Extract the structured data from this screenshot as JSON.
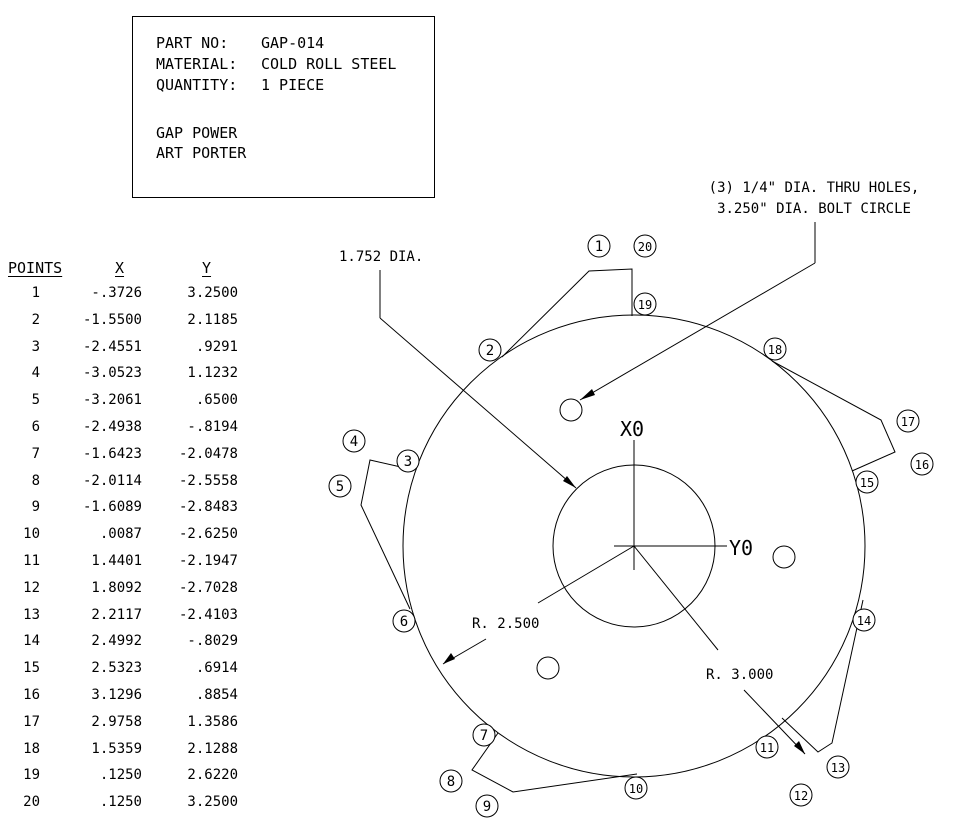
{
  "title_block": {
    "part_label": "PART NO:",
    "part_value": "GAP-014",
    "material_label": "MATERIAL:",
    "material_value": "COLD ROLL STEEL",
    "quantity_label": "QUANTITY:",
    "quantity_value": "1 PIECE",
    "company": "GAP POWER",
    "author": "ART PORTER"
  },
  "table": {
    "headers": [
      "POINTS",
      "X",
      "Y"
    ],
    "rows": [
      [
        "1",
        "-.3726",
        "3.2500"
      ],
      [
        "2",
        "-1.5500",
        "2.1185"
      ],
      [
        "3",
        "-2.4551",
        ".9291"
      ],
      [
        "4",
        "-3.0523",
        "1.1232"
      ],
      [
        "5",
        "-3.2061",
        ".6500"
      ],
      [
        "6",
        "-2.4938",
        "-.8194"
      ],
      [
        "7",
        "-1.6423",
        "-2.0478"
      ],
      [
        "8",
        "-2.0114",
        "-2.5558"
      ],
      [
        "9",
        "-1.6089",
        "-2.8483"
      ],
      [
        "10",
        ".0087",
        "-2.6250"
      ],
      [
        "11",
        "1.4401",
        "-2.1947"
      ],
      [
        "12",
        "1.8092",
        "-2.7028"
      ],
      [
        "13",
        "2.2117",
        "-2.4103"
      ],
      [
        "14",
        "2.4992",
        "-.8029"
      ],
      [
        "15",
        "2.5323",
        ".6914"
      ],
      [
        "16",
        "3.1296",
        ".8854"
      ],
      [
        "17",
        "2.9758",
        "1.3586"
      ],
      [
        "18",
        "1.5359",
        "2.1288"
      ],
      [
        "19",
        ".1250",
        "2.6220"
      ],
      [
        "20",
        ".1250",
        "3.2500"
      ]
    ]
  },
  "annotations": {
    "holes_line1": "(3) 1/4\" DIA. THRU HOLES,",
    "holes_line2": "3.250\" DIA. BOLT CIRCLE",
    "bore_dia": "1.752 DIA.",
    "x0": "X0",
    "y0": "Y0",
    "r_inner": "R. 2.500",
    "r_outer": "R. 3.000"
  },
  "point_labels": [
    "1",
    "2",
    "3",
    "4",
    "5",
    "6",
    "7",
    "8",
    "9",
    "10",
    "11",
    "12",
    "13",
    "14",
    "15",
    "16",
    "17",
    "18",
    "19",
    "20"
  ]
}
